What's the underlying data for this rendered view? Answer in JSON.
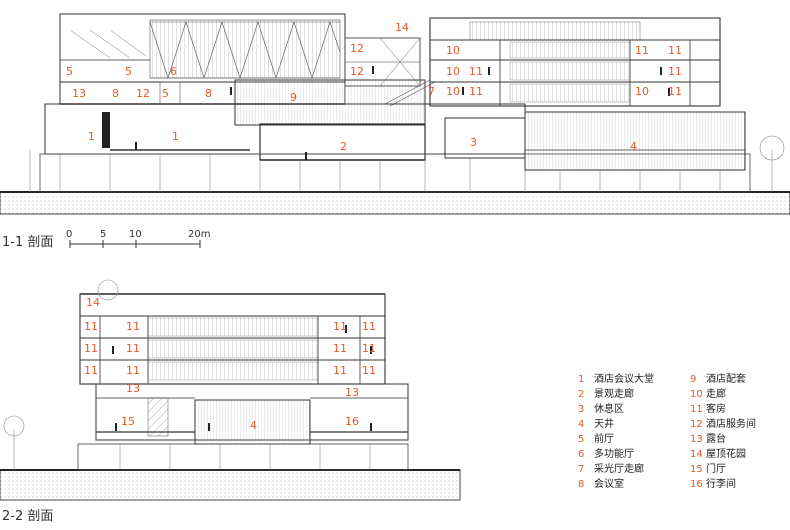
{
  "section_1_1": {
    "title": "1-1 剖面",
    "scale": {
      "ticks": [
        "0",
        "5",
        "10",
        "20m"
      ]
    },
    "room_labels": [
      "5",
      "5",
      "6",
      "12",
      "12",
      "14",
      "10",
      "10",
      "11",
      "11",
      "13",
      "8",
      "12",
      "5",
      "8",
      "9",
      "7",
      "10",
      "11",
      "10",
      "11",
      "11",
      "11",
      "1",
      "1",
      "2",
      "3",
      "4"
    ]
  },
  "section_2_2": {
    "title": "2-2 剖面",
    "room_labels": [
      "14",
      "11",
      "11",
      "11",
      "11",
      "11",
      "11",
      "11",
      "11",
      "11",
      "11",
      "11",
      "11",
      "13",
      "13",
      "15",
      "4",
      "16"
    ]
  },
  "legend": {
    "items": [
      {
        "num": "1",
        "label": "酒店会议大堂"
      },
      {
        "num": "2",
        "label": "景观走廊"
      },
      {
        "num": "3",
        "label": "休息区"
      },
      {
        "num": "4",
        "label": "天井"
      },
      {
        "num": "5",
        "label": "前厅"
      },
      {
        "num": "6",
        "label": "多功能厅"
      },
      {
        "num": "7",
        "label": "采光厅走廊"
      },
      {
        "num": "8",
        "label": "会议室"
      },
      {
        "num": "9",
        "label": "酒店配套"
      },
      {
        "num": "10",
        "label": "走廊"
      },
      {
        "num": "11",
        "label": "客房"
      },
      {
        "num": "12",
        "label": "酒店服务间"
      },
      {
        "num": "13",
        "label": "露台"
      },
      {
        "num": "14",
        "label": "屋顶花园"
      },
      {
        "num": "15",
        "label": "门厅"
      },
      {
        "num": "16",
        "label": "行李间"
      }
    ]
  }
}
